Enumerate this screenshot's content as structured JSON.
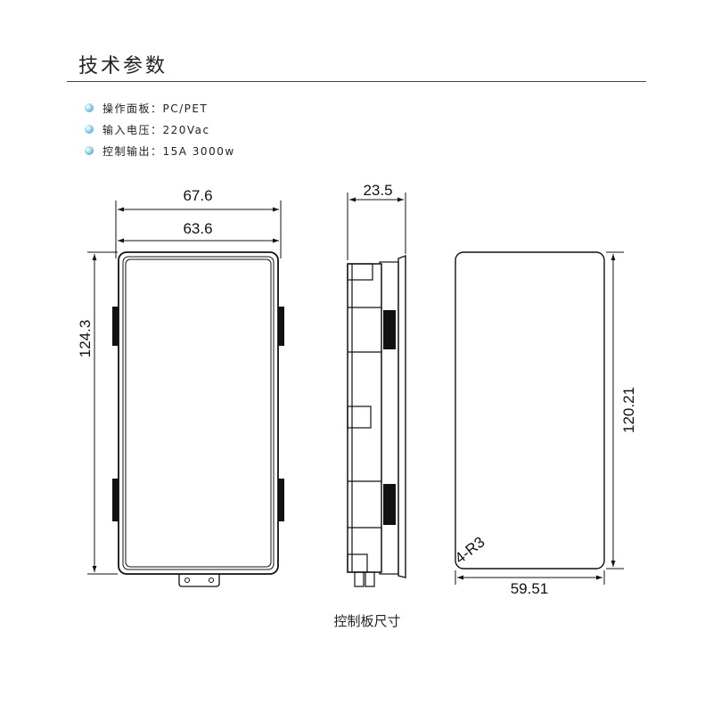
{
  "header": {
    "title": "技术参数"
  },
  "specs": [
    {
      "label": "操作面板：PC/PET"
    },
    {
      "label": "输入电压：220Vac"
    },
    {
      "label": "控制输出：15A 3000w"
    }
  ],
  "dimensions": {
    "outer_width": "67.6",
    "inner_width": "63.6",
    "height": "124.3",
    "depth": "23.5",
    "panel_height": "120.21",
    "panel_width": "59.51",
    "corner_radius": "4-R3"
  },
  "caption": "控制板尺寸"
}
